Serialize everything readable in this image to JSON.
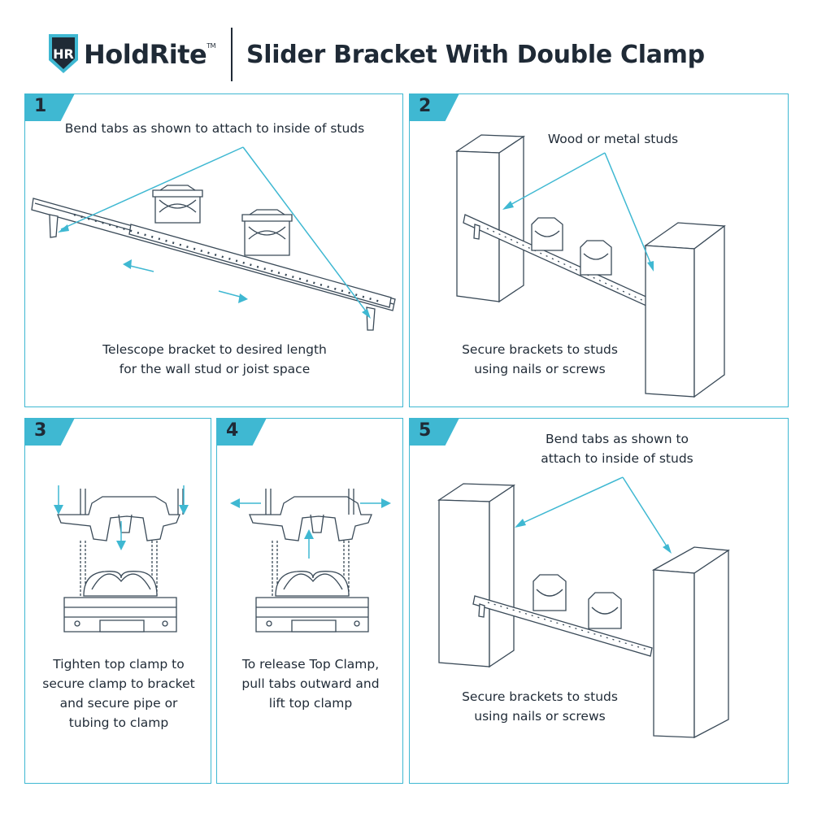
{
  "header": {
    "logo_text": "HoldRite",
    "logo_tm": "TM",
    "logo_badge": "HR",
    "title": "Slider Bracket With Double Clamp"
  },
  "colors": {
    "accent": "#3fb8d2",
    "ink": "#1f2a36"
  },
  "panels": [
    {
      "number": "1",
      "top_caption": "Bend tabs as shown to attach to inside of studs",
      "bottom_caption_lines": [
        "Telescope bracket to desired length",
        "for the wall stud or joist space"
      ]
    },
    {
      "number": "2",
      "top_caption": "Wood or metal studs",
      "bottom_caption_lines": [
        "Secure brackets to studs",
        "using nails or screws"
      ]
    },
    {
      "number": "3",
      "bottom_caption_lines": [
        "Tighten top clamp to",
        "secure clamp to bracket",
        "and secure pipe or",
        "tubing to clamp"
      ]
    },
    {
      "number": "4",
      "bottom_caption_lines": [
        "To release Top Clamp,",
        "pull tabs outward and",
        "lift top clamp"
      ]
    },
    {
      "number": "5",
      "top_caption_lines": [
        "Bend tabs as shown to",
        "attach to inside of studs"
      ],
      "bottom_caption_lines": [
        "Secure brackets to studs",
        "using nails or screws"
      ]
    }
  ]
}
